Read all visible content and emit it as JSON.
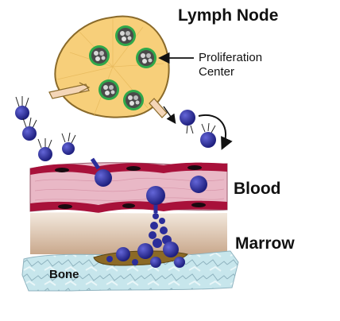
{
  "labels": {
    "lymph_node": "Lymph Node",
    "proliferation_center_line1": "Proliferation",
    "proliferation_center_line2": "Center",
    "blood": "Blood",
    "marrow": "Marrow",
    "bone": "Bone"
  },
  "colors": {
    "node_fill": "#f7cf7a",
    "node_outline": "#8a6a2a",
    "follicle_ring": "#2fa84a",
    "cell_blue": "#2b2d9a",
    "vessel_pink": "#e9b8c6",
    "endothelium": "#a8113a",
    "marrow_beige": "#e8d9c6",
    "bone_blue": "#b9dbe3"
  },
  "icons": [
    "lymphocyte-cell-icon",
    "curved-arrow-icon"
  ]
}
